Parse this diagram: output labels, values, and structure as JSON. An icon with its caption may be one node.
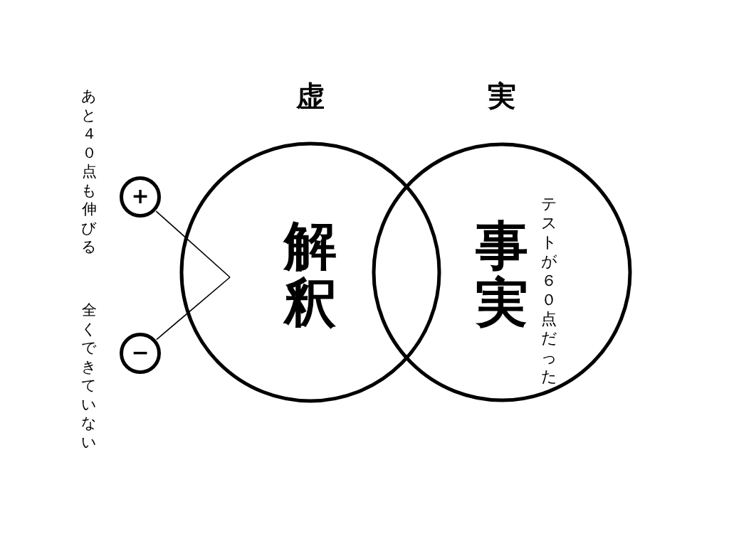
{
  "diagram": {
    "nodes": [
      {
        "text": [
          "虚",
          "解釈"
        ]
      },
      {
        "text": [
          "実",
          "事実",
          "テストが６０点だった"
        ]
      },
      {
        "text": [
          "+"
        ],
        "beside": [
          "あと４０点も伸びる"
        ]
      },
      {
        "text": [
          "−"
        ],
        "beside": [
          "全くできていない"
        ]
      }
    ],
    "edges": [
      {
        "from": 2,
        "to": 0,
        "arrow": "none"
      },
      {
        "from": 3,
        "to": 0,
        "arrow": "none"
      }
    ]
  }
}
